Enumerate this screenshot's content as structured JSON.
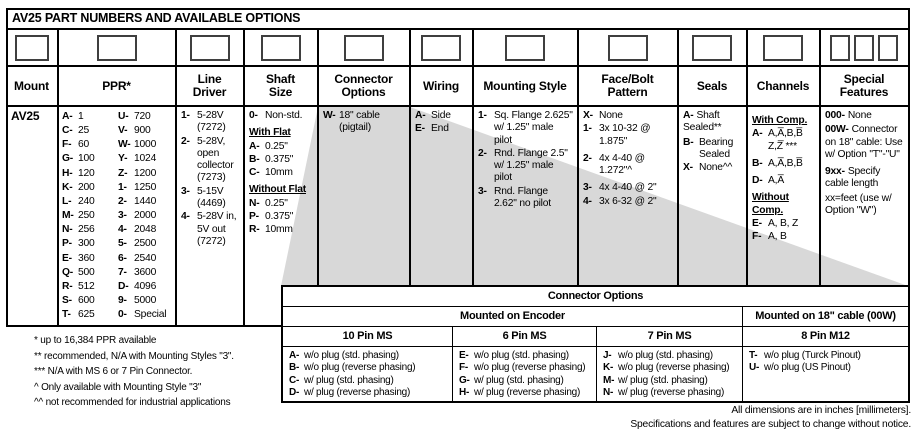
{
  "title": "AV25 PART NUMBERS AND AVAILABLE OPTIONS",
  "colors": {
    "callout_gray": "#d8d8d8"
  },
  "columns": {
    "mount": {
      "label": "Mount",
      "value": "AV25"
    },
    "ppr": {
      "label": "PPR*",
      "col1": [
        {
          "code": "A-",
          "text": "1"
        },
        {
          "code": "C-",
          "text": "25"
        },
        {
          "code": "F-",
          "text": "60"
        },
        {
          "code": "G-",
          "text": "100"
        },
        {
          "code": "H-",
          "text": "120"
        },
        {
          "code": "K-",
          "text": "200"
        },
        {
          "code": "L-",
          "text": "240"
        },
        {
          "code": "M-",
          "text": "250"
        },
        {
          "code": "N-",
          "text": "256"
        },
        {
          "code": "P-",
          "text": "300"
        },
        {
          "code": "E-",
          "text": "360"
        },
        {
          "code": "Q-",
          "text": "500"
        },
        {
          "code": "R-",
          "text": "512"
        },
        {
          "code": "S-",
          "text": "600"
        },
        {
          "code": "T-",
          "text": "625"
        }
      ],
      "col2": [
        {
          "code": "U-",
          "text": "720"
        },
        {
          "code": "V-",
          "text": "900"
        },
        {
          "code": "W-",
          "text": "1000"
        },
        {
          "code": "Y-",
          "text": "1024"
        },
        {
          "code": "Z-",
          "text": "1200"
        },
        {
          "code": "1-",
          "text": "1250"
        },
        {
          "code": "2-",
          "text": "1440"
        },
        {
          "code": "3-",
          "text": "2000"
        },
        {
          "code": "4-",
          "text": "2048"
        },
        {
          "code": "5-",
          "text": "2500"
        },
        {
          "code": "6-",
          "text": "2540"
        },
        {
          "code": "7-",
          "text": "3600"
        },
        {
          "code": "D-",
          "text": "4096"
        },
        {
          "code": "9-",
          "text": "5000"
        },
        {
          "code": "0-",
          "text": "Special"
        }
      ]
    },
    "line_driver": {
      "label": "Line Driver",
      "items": [
        {
          "code": "1-",
          "text": "5-28V (7272)"
        },
        {
          "code": "2-",
          "text": "5-28V, open collector (7273)"
        },
        {
          "code": "3-",
          "text": "5-15V (4469)"
        },
        {
          "code": "4-",
          "text": "5-28V in, 5V out (7272)"
        }
      ]
    },
    "shaft_size": {
      "label": "Shaft Size",
      "items": [
        {
          "code": "0-",
          "text": "Non-std."
        },
        {
          "h": "With Flat"
        },
        {
          "code": "A-",
          "text": "0.25\""
        },
        {
          "code": "B-",
          "text": "0.375\""
        },
        {
          "code": "C-",
          "text": "10mm"
        },
        {
          "h": "Without Flat"
        },
        {
          "code": "N-",
          "text": "0.25\""
        },
        {
          "code": "P-",
          "text": "0.375\""
        },
        {
          "code": "R-",
          "text": "10mm"
        }
      ]
    },
    "connector_options": {
      "label": "Connector Options",
      "items": [
        {
          "code": "W-",
          "text": "18\" cable (pigtail)"
        }
      ]
    },
    "wiring": {
      "label": "Wiring",
      "items": [
        {
          "code": "A-",
          "text": "Side"
        },
        {
          "code": "E-",
          "text": "End"
        }
      ]
    },
    "mounting_style": {
      "label": "Mounting Style",
      "items": [
        {
          "code": "1-",
          "text": "Sq. Flange 2.625\" w/ 1.25\" male pilot"
        },
        {
          "code": "2-",
          "text": "Rnd. Flange 2.5\" w/ 1.25\" male pilot"
        },
        {
          "code": "3-",
          "text": "Rnd. Flange 2.62\" no pilot"
        }
      ]
    },
    "face_bolt": {
      "label": "Face/Bolt Pattern",
      "items": [
        {
          "code": "X-",
          "text": "None"
        },
        {
          "code": "1-",
          "text": "3x 10-32 @ 1.875\""
        },
        {
          "code": "2-",
          "text": "4x 4-40 @ 1.272\"^",
          "gap": true
        },
        {
          "code": "3-",
          "text": "4x 4-40 @ 2\"",
          "gap": true
        },
        {
          "code": "4-",
          "text": "3x 6-32 @ 2\""
        }
      ]
    },
    "seals": {
      "label": "Seals",
      "items": [
        {
          "code": "A-",
          "text": "Shaft Sealed**",
          "inline": true
        },
        {
          "code": "B-",
          "text": "Bearing Sealed"
        },
        {
          "code": "X-",
          "text": "None^^"
        }
      ]
    },
    "channels": {
      "label": "Channels",
      "items": [
        {
          "h": "With Comp."
        },
        {
          "code": "A-",
          "text": "A,A̅,B,B̅ Z,Z̅ ***"
        },
        {
          "code": "B-",
          "text": "A,A̅,B,B̅",
          "gap": true
        },
        {
          "code": "D-",
          "text": "A,A̅",
          "gap": true
        },
        {
          "h": "Without Comp."
        },
        {
          "code": "E-",
          "text": "A, B, Z"
        },
        {
          "code": "F-",
          "text": "A, B"
        }
      ]
    },
    "special_features": {
      "label": "Special Features",
      "items": [
        {
          "code": "000-",
          "text": "None",
          "inline": true
        },
        {
          "code": "00W-",
          "text": "Connector on 18\" cable: Use w/ Option \"T\"-\"U\"",
          "inline": true
        },
        {
          "code": "9xx-",
          "text": "Specify cable length",
          "inline": true,
          "gap": true
        },
        {
          "text": "xx=feet (use w/ Option \"W\")",
          "inline": true
        }
      ]
    }
  },
  "subtable": {
    "title": "Connector Options",
    "group_left": "Mounted on Encoder",
    "group_right": "Mounted on 18\" cable (00W)",
    "cols": [
      {
        "header": "10 Pin MS",
        "items": [
          {
            "code": "A-",
            "text": "w/o plug (std. phasing)"
          },
          {
            "code": "B-",
            "text": "w/o plug (reverse phasing)"
          },
          {
            "code": "C-",
            "text": "w/ plug (std. phasing)"
          },
          {
            "code": "D-",
            "text": "w/ plug (reverse phasing)"
          }
        ]
      },
      {
        "header": "6 Pin MS",
        "items": [
          {
            "code": "E-",
            "text": "w/o plug (std. phasing)"
          },
          {
            "code": "F-",
            "text": "w/o plug (reverse phasing)"
          },
          {
            "code": "G-",
            "text": "w/ plug (std. phasing)"
          },
          {
            "code": "H-",
            "text": "w/ plug (reverse phasing)"
          }
        ]
      },
      {
        "header": "7 Pin MS",
        "items": [
          {
            "code": "J-",
            "text": "w/o plug (std. phasing)"
          },
          {
            "code": "K-",
            "text": "w/o plug (reverse phasing)"
          },
          {
            "code": "M-",
            "text": "w/ plug (std. phasing)"
          },
          {
            "code": "N-",
            "text": "w/ plug (reverse phasing)"
          }
        ]
      },
      {
        "header": "8 Pin M12",
        "items": [
          {
            "code": "T-",
            "text": "w/o plug (Turck Pinout)"
          },
          {
            "code": "U-",
            "text": "w/o plug (US Pinout)"
          }
        ]
      }
    ]
  },
  "footnotes": [
    "* up to 16,384 PPR available",
    "** recommended, N/A with Mounting Styles \"3\".",
    "*** N/A with MS 6 or 7 Pin Connector.",
    "^ Only available with Mounting Style \"3\"",
    "^^ not recommended for industrial applications"
  ],
  "notices": [
    "All dimensions are in inches [millimeters].",
    "Specifications and features are subject to change without notice."
  ]
}
